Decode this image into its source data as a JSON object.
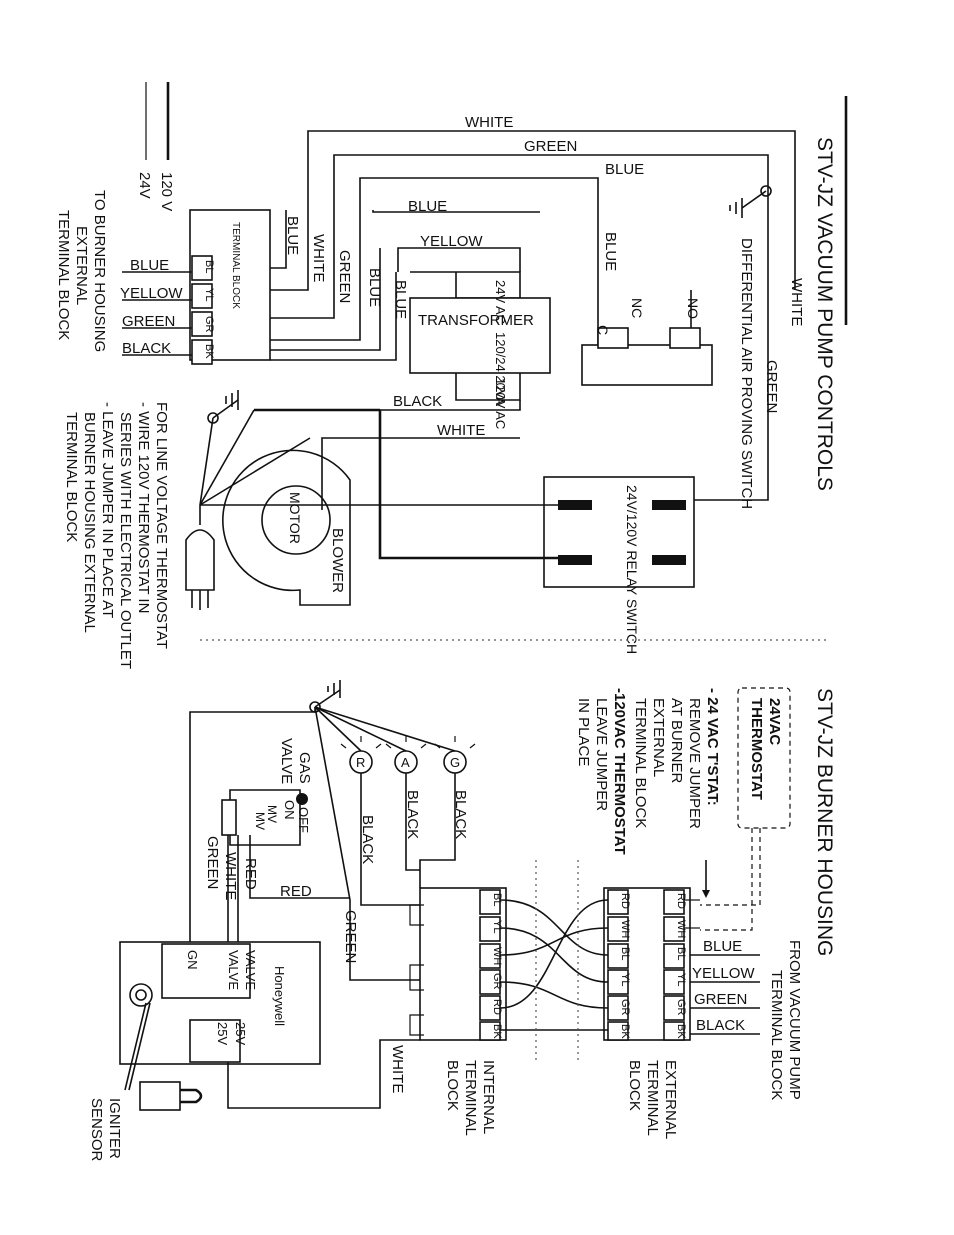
{
  "legend": {
    "v120": "120 V",
    "v24": "24V"
  },
  "vacuum": {
    "title": "STV-JZ VACUUM PUMP CONTROLS",
    "white_top": "WHITE",
    "green_top": "GREEN",
    "blue_top": "BLUE",
    "blue_mid": "BLUE",
    "yellow": "YELLOW",
    "white_right": "WHITE",
    "green_right": "GREEN",
    "blue_switch": "BLUE",
    "switch_label": "DIFFERENTIAL AIR PROVING SWITCH",
    "nc": "NC",
    "no": "NO",
    "c": "C",
    "transformer": "TRANSFORMER",
    "t_24vac": "24V AC",
    "t_rating": "120/24 20VA",
    "t_120vac": "120V AC",
    "black": "BLACK",
    "white_tr": "WHITE",
    "relay": "24V/120V RELAY SWITCH",
    "motor": "MOTOR",
    "blower": "BLOWER",
    "tb_title": "TERMINAL BLOCK",
    "tb_wire_blue": "BLUE",
    "tb_wire_white": "WHITE",
    "tb_wire_green": "GREEN",
    "tb_wire_blue2": "BLUE",
    "tb_wire_blue3": "BLUE",
    "tb_terms": [
      "BL",
      "YL",
      "GR",
      "BK"
    ],
    "ext_wires": [
      "BLUE",
      "YELLOW",
      "GREEN",
      "BLACK"
    ],
    "ext_caption": "TO BURNER HOUSING EXTERNAL TERMINAL BLOCK",
    "note1": "FOR LINE VOLTAGE THERMOSTAT",
    "note2": "- WIRE 120V THERMOSTAT IN",
    "note3": "SERIES WITH ELECTRICAL OUTLET",
    "note4": "- LEAVE JUMPER IN PLACE AT",
    "note5": "BURNER HOUSING EXTERNAL",
    "note6": "TERMINAL BLOCK"
  },
  "burner": {
    "title": "STV-JZ BURNER HOUSING",
    "thermo": "24VAC THERMOSTAT",
    "n1": "- 24 VAC T'STAT:",
    "n2": "REMOVE JUMPER",
    "n3": "AT BURNER",
    "n4": "EXTERNAL",
    "n5": "TERMINAL BLOCK",
    "n6": "-120VAC THERMOSTAT",
    "n7": "LEAVE JUMPER",
    "n8": "IN PLACE",
    "from_caption": "FROM VACUUM PUMP TERMINAL BLOCK",
    "from_wires": [
      "BLUE",
      "YELLOW",
      "GREEN",
      "BLACK"
    ],
    "ext_terms": [
      "RD",
      "WH",
      "BL",
      "YL",
      "GR",
      "BK"
    ],
    "int_terms": [
      "BL",
      "YL",
      "WH",
      "GR",
      "RD",
      "BK"
    ],
    "ext_caption": "EXTERNAL TERMINAL BLOCK",
    "int_caption": "INTERNAL TERMINAL BLOCK",
    "lamp_g": "G",
    "lamp_a": "A",
    "lamp_r": "R",
    "black1": "BLACK",
    "black2": "BLACK",
    "black3": "BLACK",
    "green": "GREEN",
    "green2": "GREEN",
    "red": "RED",
    "red2": "RED",
    "white_v": "WHITE",
    "white_bottom": "WHITE",
    "gas_valve": "GAS VALVE",
    "valve_off": "OFF",
    "valve_on": "ON",
    "mv1": "MV",
    "mv2": "MV",
    "honeywell": "Honeywell",
    "hw_valve1": "VALVE",
    "hw_valve2": "VALVE",
    "hw_gn": "GN",
    "hw_25v1": "25V",
    "hw_25v2": "25V",
    "igniter": "IGNITER SENSOR"
  }
}
